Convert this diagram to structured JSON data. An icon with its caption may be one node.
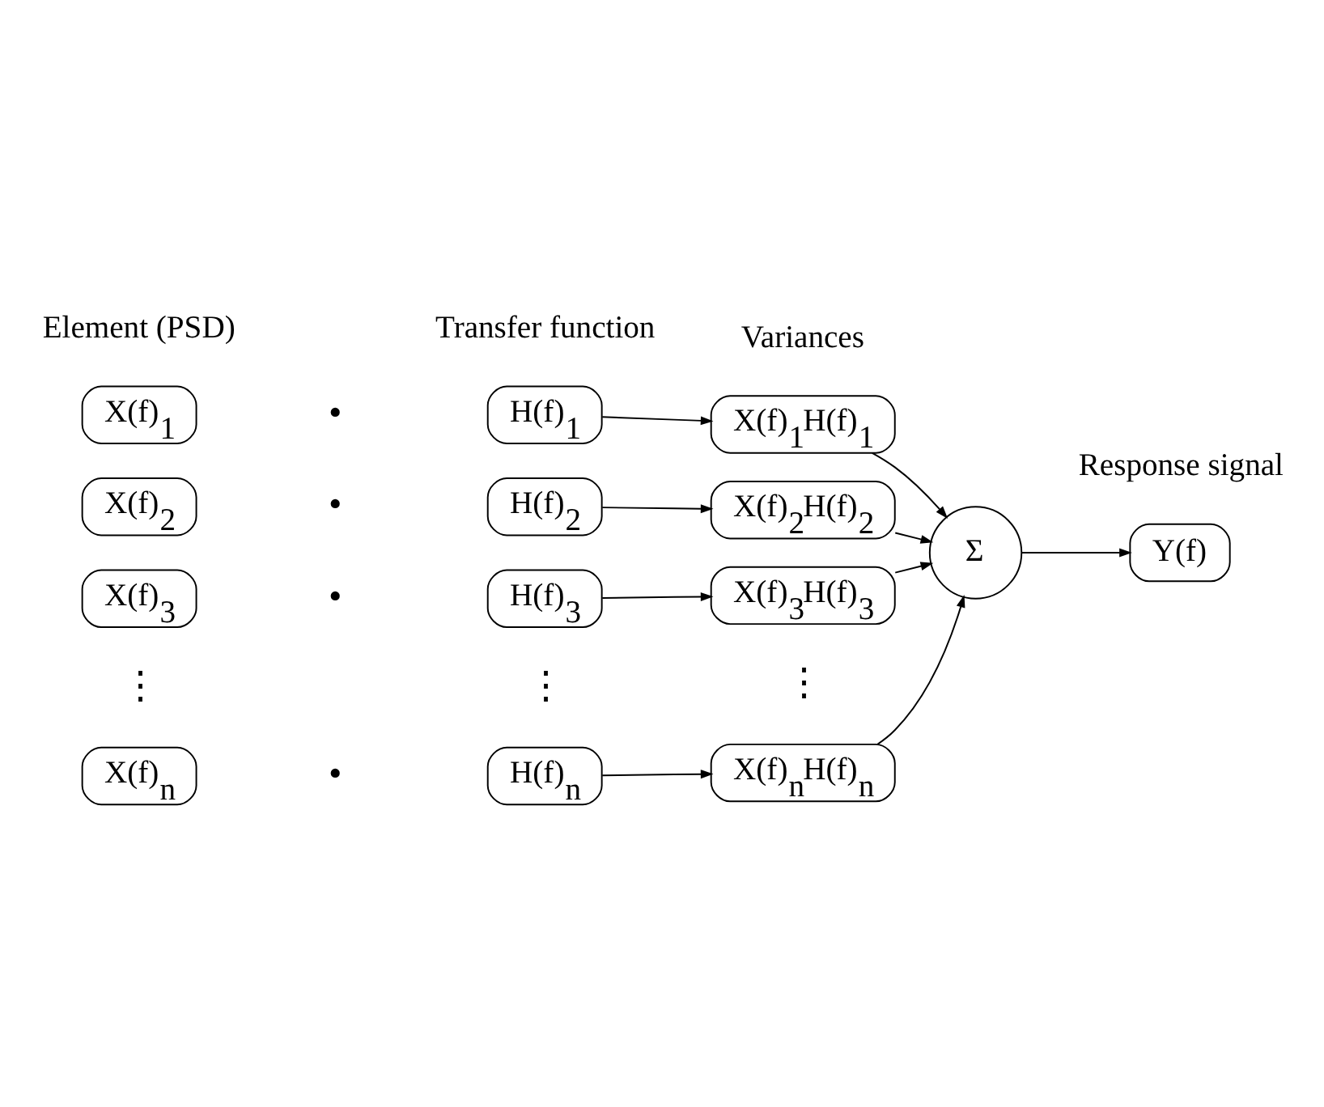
{
  "diagram": {
    "nodes": [
      {
        "text": [
          "X(f)$_{1}$"
        ]
      },
      {
        "text": [
          "H(f)$_{1}$"
        ]
      },
      {
        "text": [
          "X(f)$_{1}$H(f)$_{1}$"
        ]
      },
      {
        "text": [
          "X(f)$_{2}$"
        ]
      },
      {
        "text": [
          "H(f)$_{2}$"
        ]
      },
      {
        "text": [
          "X(f)$_{2}$H(f)$_{2}$"
        ]
      },
      {
        "text": [
          "X(f)$_{3}$"
        ]
      },
      {
        "text": [
          "H(f)$_{3}$"
        ]
      },
      {
        "text": [
          "X(f)$_{3}$H(f)$_{3}$"
        ]
      },
      {
        "text": [
          "X(f)$_{n}$"
        ]
      },
      {
        "text": [
          "H(f)$_{n}$"
        ]
      },
      {
        "text": [
          "X(f)$_{n}$H(f)$_{n}$"
        ]
      },
      {
        "text": [
          "Σ"
        ]
      },
      {
        "text": [
          "Y(f)"
        ]
      }
    ],
    "edges": [
      {
        "from": 1,
        "to": 2,
        "arrow": "to"
      },
      {
        "from": 4,
        "to": 5,
        "arrow": "to"
      },
      {
        "from": 7,
        "to": 8,
        "arrow": "to"
      },
      {
        "from": 10,
        "to": 11,
        "arrow": "to"
      },
      {
        "from": 2,
        "to": 12,
        "arrow": "to"
      },
      {
        "from": 5,
        "to": 12,
        "arrow": "to"
      },
      {
        "from": 8,
        "to": 12,
        "arrow": "to"
      },
      {
        "from": 11,
        "to": 12,
        "arrow": "to"
      },
      {
        "from": 12,
        "to": 13,
        "arrow": "to"
      }
    ],
    "labels": [
      "Element (PSD)",
      "Transfer function",
      "Variances",
      "Response signal",
      "•",
      "•",
      "•",
      "•",
      "⋮",
      "⋮",
      "⋮"
    ]
  }
}
